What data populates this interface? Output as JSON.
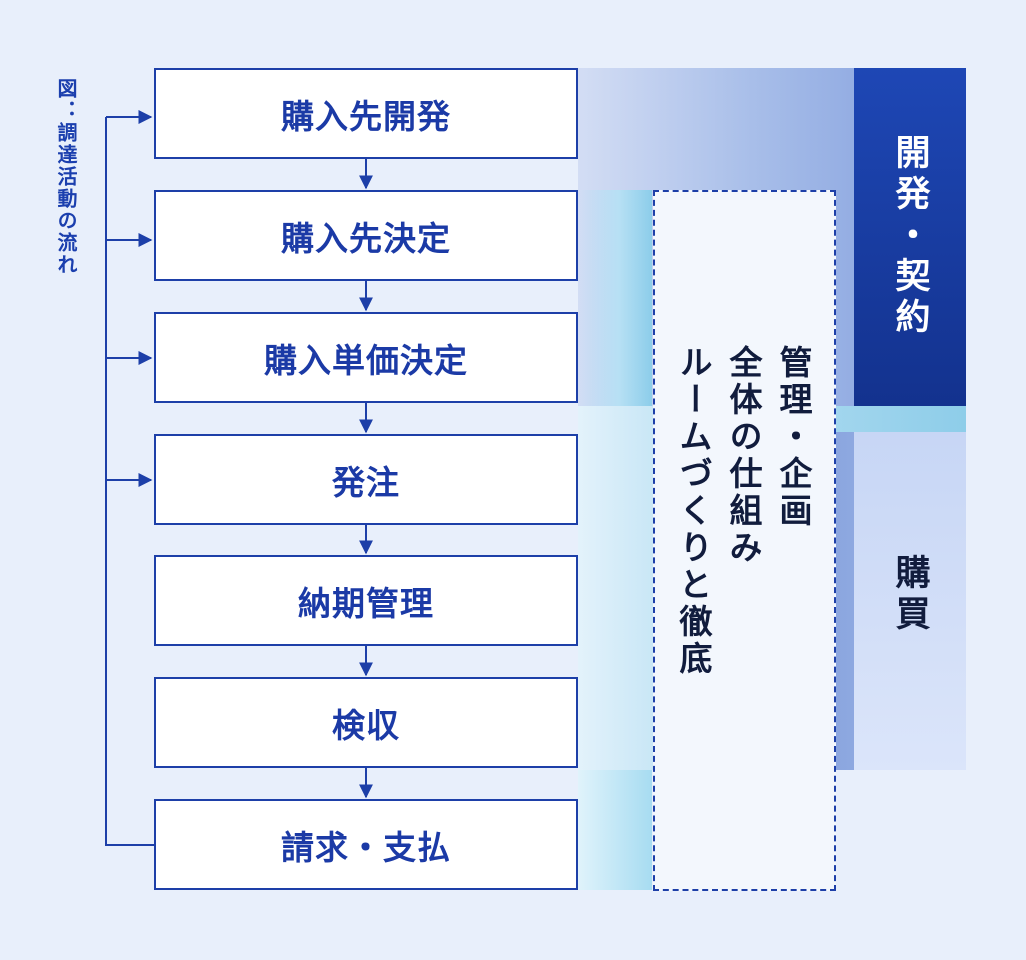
{
  "caption": "図：調達活動の流れ",
  "steps": [
    "購入先開発",
    "購入先決定",
    "購入単価決定",
    "発注",
    "納期管理",
    "検収",
    "請求・支払"
  ],
  "management": {
    "col1": "管理・企画",
    "col2": "全体の仕組み",
    "col3": "ルームづくりと徹底"
  },
  "phases": {
    "development": "開発・契約",
    "purchasing": "購買"
  },
  "colors": {
    "primary": "#1d3fa8",
    "dark_navy": "#13328e",
    "background": "#e8effb"
  }
}
